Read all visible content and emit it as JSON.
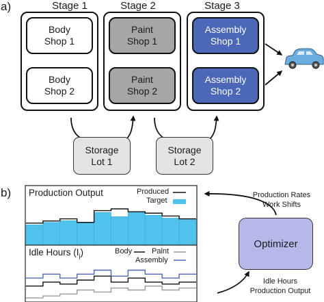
{
  "panels": {
    "a": "a)",
    "b": "b)"
  },
  "stages": [
    {
      "title": "Stage 1",
      "shops": [
        [
          "Body",
          "Shop 1"
        ],
        [
          "Body",
          "Shop 2"
        ]
      ],
      "fill": "#ffffff"
    },
    {
      "title": "Stage 2",
      "shops": [
        [
          "Paint",
          "Shop 1"
        ],
        [
          "Paint",
          "Shop 2"
        ]
      ],
      "fill": "#a6a6a6"
    },
    {
      "title": "Stage 3",
      "shops": [
        [
          "Assembly",
          "Shop 1"
        ],
        [
          "Assembly",
          "Shop 2"
        ]
      ],
      "fill": "#4a67b8"
    }
  ],
  "storage": [
    [
      "Storage",
      "Lot 1"
    ],
    [
      "Storage",
      "Lot 2"
    ]
  ],
  "car_icon": {
    "name": "car-icon",
    "color": "#6aaee0"
  },
  "optimizer": {
    "label": "Optimizer",
    "fill": "#b4b9ea",
    "inputs": [
      "Production Rates",
      "Work Shifts"
    ],
    "outputs": [
      "Idle Hours",
      "Production Output"
    ]
  },
  "production_chart": {
    "title": "Production Output",
    "legend": {
      "produced": "Produced",
      "target": "Target"
    },
    "colors": {
      "produced": "#111111",
      "target": "#4fc3ec"
    }
  },
  "idle_chart": {
    "title": "Idle Hours (I",
    "title_sub": "j",
    "title_end": ")",
    "legend": {
      "body": "Body",
      "paint": "Paint",
      "assembly": "Assembly"
    },
    "colors": {
      "body": "#111111",
      "paint": "#9a9a9a",
      "assembly": "#4a67b8"
    }
  },
  "chart_data": [
    {
      "type": "area",
      "title": "Production Output",
      "x": [
        1,
        2,
        3,
        4,
        5,
        6,
        7,
        8,
        9,
        10
      ],
      "series": [
        {
          "name": "Target",
          "values": [
            0.55,
            0.62,
            0.67,
            0.62,
            0.9,
            0.78,
            0.9,
            0.82,
            0.74,
            0.7
          ]
        },
        {
          "name": "Produced",
          "values": [
            0.6,
            0.66,
            0.72,
            0.62,
            0.95,
            1.0,
            0.92,
            0.88,
            0.8,
            0.72
          ]
        }
      ]
    },
    {
      "type": "line",
      "title": "Idle Hours (Ij)",
      "x": [
        1,
        2,
        3,
        4,
        5,
        6,
        7,
        8,
        9,
        10
      ],
      "series": [
        {
          "name": "Assembly",
          "values": [
            0.55,
            0.65,
            0.55,
            0.65,
            0.75,
            0.6,
            0.75,
            0.65,
            0.55,
            0.65
          ]
        },
        {
          "name": "Body",
          "values": [
            0.35,
            0.45,
            0.4,
            0.5,
            0.6,
            0.45,
            0.55,
            0.45,
            0.4,
            0.45
          ]
        },
        {
          "name": "Paint",
          "values": [
            0.05,
            0.1,
            0.15,
            0.25,
            0.2,
            0.3,
            0.25,
            0.35,
            0.25,
            0.3
          ]
        }
      ]
    }
  ]
}
